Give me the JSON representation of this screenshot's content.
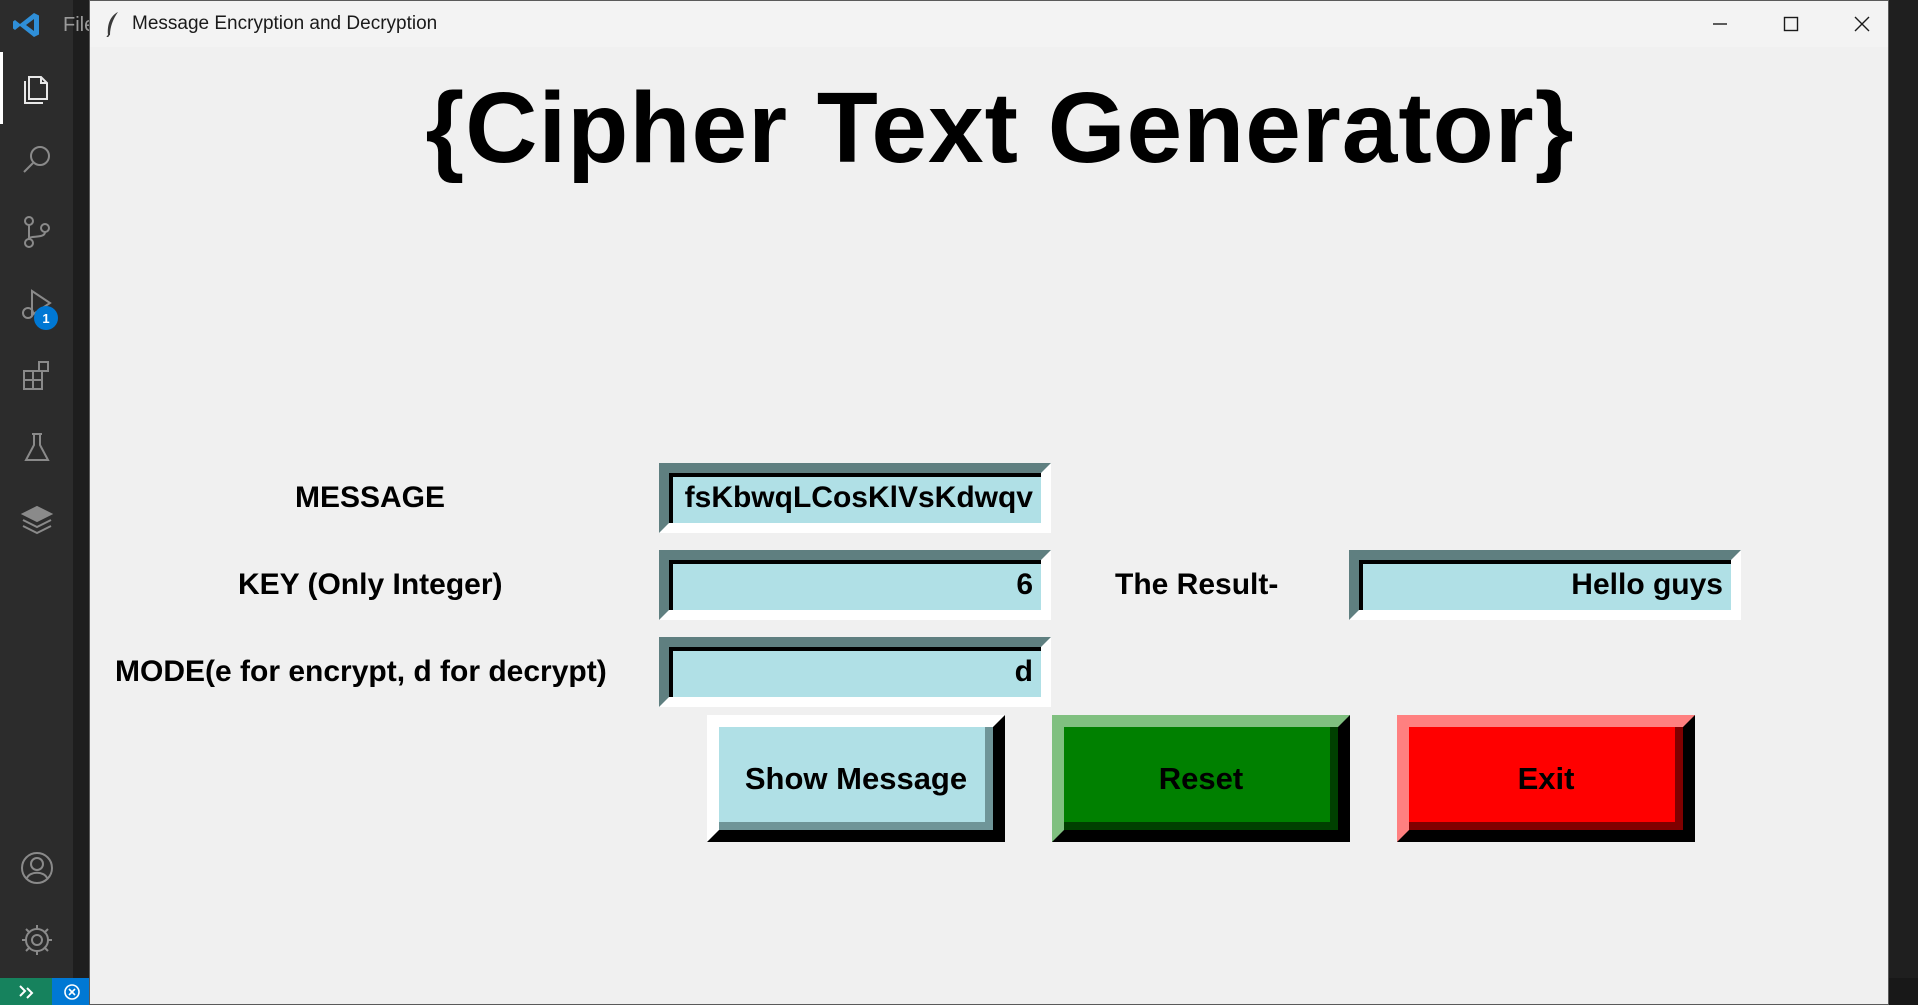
{
  "window": {
    "title": "Message Encryption and Decryption"
  },
  "app": {
    "heading": "{Cipher Text Generator}"
  },
  "form": {
    "message_label": "MESSAGE",
    "message_value": "fsKbwqLCosKlVsKdwqv",
    "key_label": "KEY (Only Integer)",
    "key_value": "6",
    "mode_label": "MODE(e for encrypt, d for decrypt)",
    "mode_value": "d",
    "result_label": "The Result-",
    "result_value": "Hello guys"
  },
  "buttons": {
    "show": "Show Message",
    "reset": "Reset",
    "exit": "Exit"
  },
  "colors": {
    "entry_bg": "#b0e0e6",
    "show_bg": "#b0e0e6",
    "reset_bg": "#008000",
    "exit_bg": "#ff0000"
  },
  "background": {
    "menu_file": "File",
    "debug_badge": "1",
    "activity_icons": [
      "explorer-icon",
      "search-icon",
      "source-control-icon",
      "run-debug-icon",
      "extensions-icon",
      "testing-icon",
      "layers-icon",
      "account-icon",
      "settings-gear-icon"
    ]
  }
}
